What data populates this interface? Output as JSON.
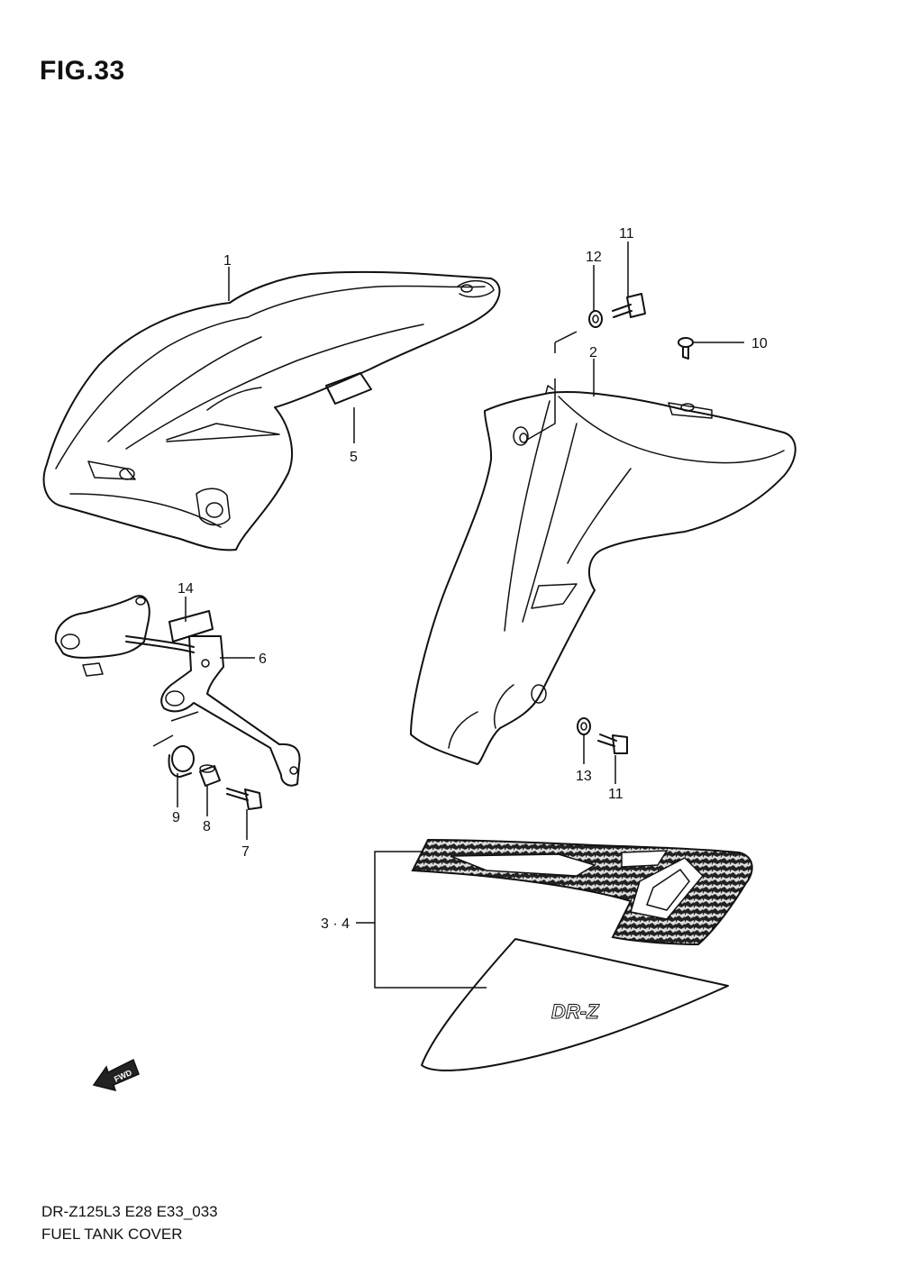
{
  "figure": {
    "title": "FIG.33"
  },
  "footer": {
    "model": "DR-Z125L3 E28 E33_033",
    "name": "FUEL TANK COVER"
  },
  "callouts": {
    "c1": "1",
    "c2": "2",
    "c3_4": "3 · 4",
    "c5": "5",
    "c6": "6",
    "c7": "7",
    "c8": "8",
    "c9": "9",
    "c10": "10",
    "c11_top": "11",
    "c11_bottom": "11",
    "c12": "12",
    "c13": "13",
    "c14": "14"
  },
  "decal_text": "DR-Z",
  "fwd_label": "FWD",
  "icons": {
    "direction": "fwd-arrow-icon"
  }
}
